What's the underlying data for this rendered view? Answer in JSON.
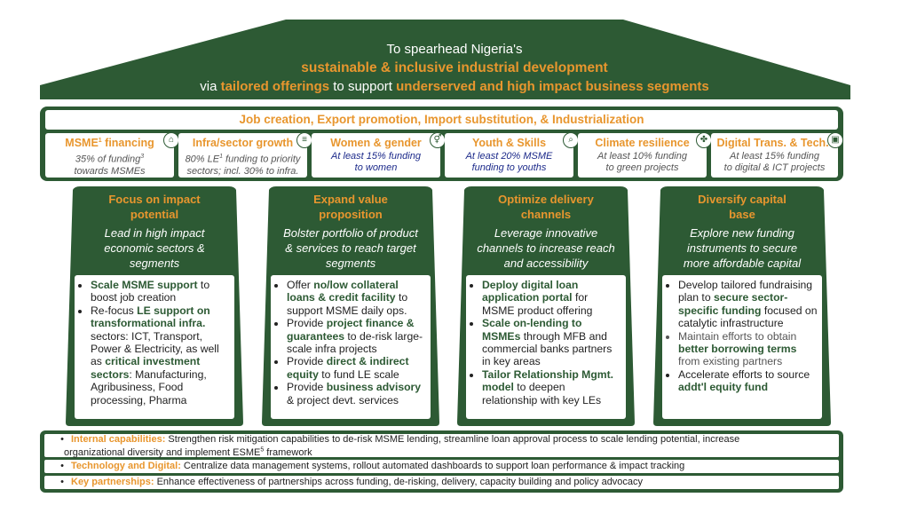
{
  "header": {
    "line1": "To spearhead Nigeria's",
    "line2": "sustainable & inclusive industrial development",
    "line3_pre": "via ",
    "line3_hl1": "tailored offerings",
    "line3_mid": " to support ",
    "line3_hl2": "underserved and high impact business segments"
  },
  "objectives": {
    "title": "Job creation, Export promotion, Import substitution, & Industrialization",
    "targets": [
      {
        "title_pre": "MSME",
        "title_sup": "1",
        "title_post": " financing",
        "desc1_pre": "35% of funding",
        "desc1_sup": "3",
        "desc1_post": "",
        "desc2": "towards MSMEs",
        "icon": "shop-icon"
      },
      {
        "title_pre": "Infra/sector growth",
        "title_sup": "",
        "title_post": "",
        "desc1_pre": "80% LE",
        "desc1_sup": "1",
        "desc1_post": " funding to priority",
        "desc2": "sectors; incl. 30% to infra.",
        "icon": "factory-icon"
      },
      {
        "title_pre": "Women & gender",
        "title_sup": "",
        "title_post": "",
        "desc1_pre": "At least 15% funding",
        "desc1_sup": "",
        "desc1_post": "",
        "desc2": "to women",
        "icon": "gender-icon"
      },
      {
        "title_pre": "Youth & Skills",
        "title_sup": "",
        "title_post": "",
        "desc1_pre": "At least 20% MSME",
        "desc1_sup": "",
        "desc1_post": "",
        "desc2": "funding to youths",
        "icon": "magnifier-icon"
      },
      {
        "title_pre": "Climate resilience",
        "title_sup": "",
        "title_post": "",
        "desc1_pre": "At least 10% funding",
        "desc1_sup": "",
        "desc1_post": "",
        "desc2": "to green projects",
        "icon": "wind-turbine-icon"
      },
      {
        "title_pre": "Digital Trans. & Tech.",
        "title_sup": "4",
        "title_post": "",
        "desc1_pre": "At least 15% funding",
        "desc1_sup": "",
        "desc1_post": "",
        "desc2": "to digital & ICT projects",
        "icon": "digital-device-icon"
      }
    ]
  },
  "pillars": [
    {
      "title1": "Focus on impact",
      "title2": "potential",
      "sub1": "Lead in high impact",
      "sub2": "economic sectors &",
      "sub3": "segments",
      "b1_g": "Scale MSME support",
      "b1_t": " to boost job creation",
      "b2_t1": "Re-focus ",
      "b2_g1": "LE support on transformational infra.",
      "b2_t2": " sectors: ICT, Transport, Power & Electricity, as well as ",
      "b2_g2": "critical investment sectors",
      "b2_t3": ": Manufacturing, Agribusiness, Food processing, Pharma"
    },
    {
      "title1": "Expand value",
      "title2": "proposition",
      "sub1": "Bolster portfolio of product",
      "sub2": "& services to reach target",
      "sub3": "segments",
      "b1_t1": "Offer ",
      "b1_g": "no/low collateral loans & credit facility",
      "b1_t2": " to support MSME daily ops.",
      "b2_t1": "Provide ",
      "b2_g": "project finance & guarantees",
      "b2_t2": " to de-risk large-scale infra projects",
      "b3_t1": "Provide ",
      "b3_g": "direct & indirect equity",
      "b3_t2": " to fund LE scale",
      "b4_t1": "Provide ",
      "b4_g": "business advisory",
      "b4_t2": " & project devt. services"
    },
    {
      "title1": "Optimize delivery",
      "title2": "channels",
      "sub1": "Leverage innovative",
      "sub2": "channels to increase reach",
      "sub3": "and accessibility",
      "b1_g": "Deploy digital loan application portal",
      "b1_t": " for MSME product offering",
      "b2_g": "Scale on-lending to MSMEs",
      "b2_t": " through MFB and commercial banks partners in key areas",
      "b3_g": "Tailor Relationship Mgmt. model",
      "b3_t": " to deepen relationship with key LEs"
    },
    {
      "title1": "Diversify capital",
      "title2": "base",
      "sub1": "Explore new funding",
      "sub2": "instruments to secure",
      "sub3": "more affordable capital",
      "b1_t1": "Develop tailored fundraising plan to ",
      "b1_g": "secure sector-specific funding",
      "b1_t2": " focused on catalytic infrastructure",
      "b2_t1": "Maintain efforts to obtain ",
      "b2_g": "better borrowing terms",
      "b2_t2": " from existing partners",
      "b3_t1": "Accelerate efforts to source ",
      "b3_g": "addt'l equity fund"
    }
  ],
  "enablers": [
    {
      "label": "Internal capabilities:",
      "text1": " Strengthen risk mitigation capabilities to de-risk MSME lending, streamline loan approval process to scale lending potential, increase",
      "text2_pre": "organizational diversity and implement ESME",
      "text2_sup": "5",
      "text2_post": " framework"
    },
    {
      "label": "Technology and Digital:",
      "text1": " Centralize data management systems, rollout automated dashboards to support loan performance & impact tracking"
    },
    {
      "label": "Key partnerships:",
      "text1": " Enhance effectiveness of partnerships across funding, de-risking, delivery, capacity building and policy advocacy"
    }
  ]
}
